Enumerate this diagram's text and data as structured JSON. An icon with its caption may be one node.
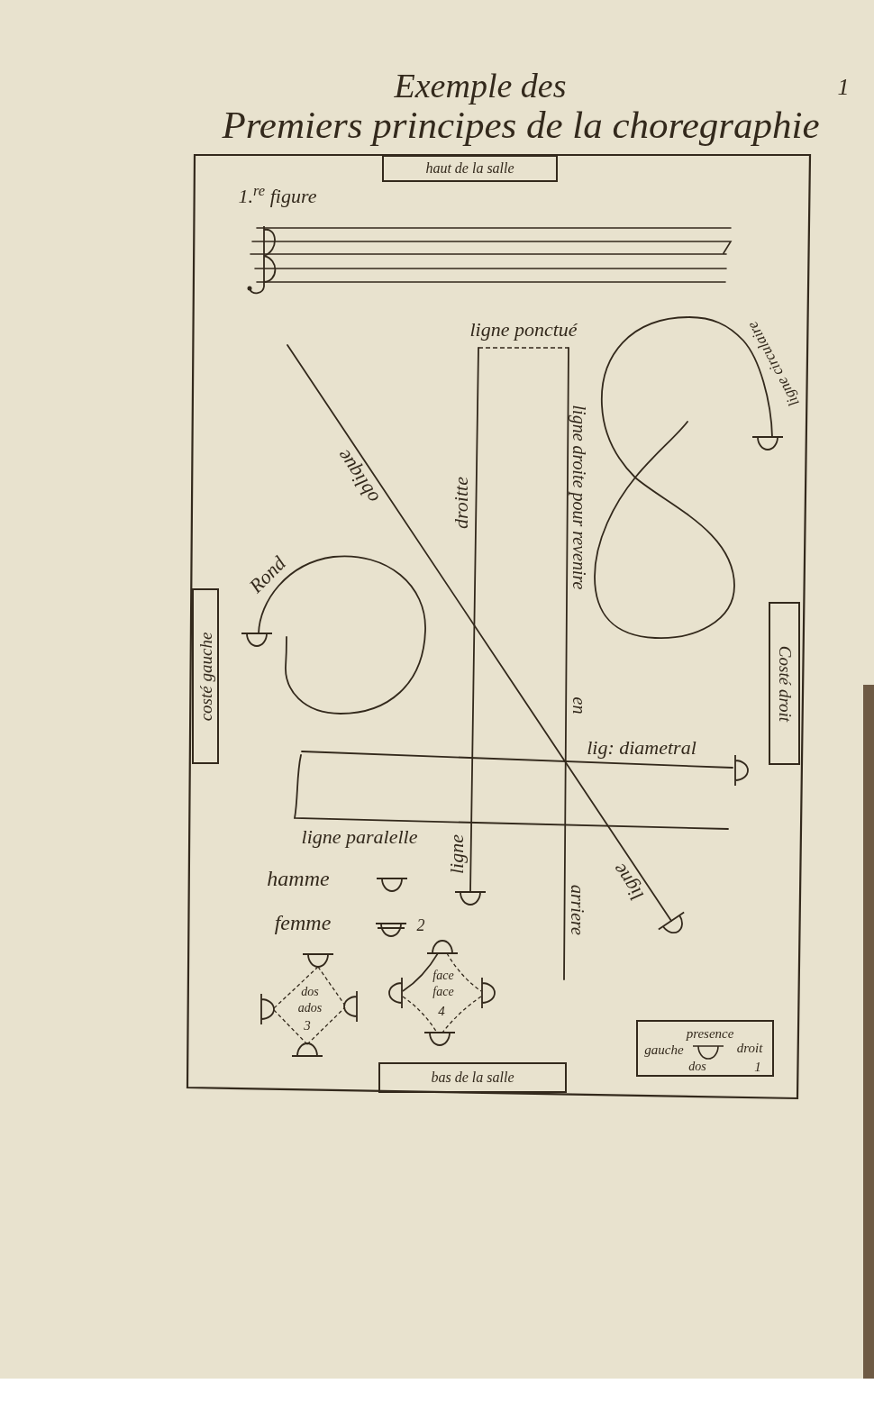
{
  "diagram": {
    "title": "Exemple des Premiers principes de la choregraphie",
    "nodes": [
      {
        "text": [
          "haut de la salle"
        ]
      },
      {
        "text": [
          "costé gauche"
        ]
      },
      {
        "text": [
          "Costé droit"
        ]
      },
      {
        "text": [
          "presence",
          "gauche",
          "droit",
          "dos",
          "1"
        ]
      },
      {
        "text": [
          "bas de la salle"
        ]
      }
    ],
    "labels": [
      "1",
      "1.$^{re}$ figure",
      "ligne ponctué",
      "ligne circulaire",
      "ligne droite pour revenire",
      "oblique",
      "droitte",
      "Rond",
      "en",
      "lig: diametral",
      "ligne paralelle",
      "ligne",
      "hamme",
      "ligne",
      "arriere",
      "femme",
      "2",
      "dos",
      "ados",
      "3",
      "face",
      "face",
      "4"
    ]
  }
}
